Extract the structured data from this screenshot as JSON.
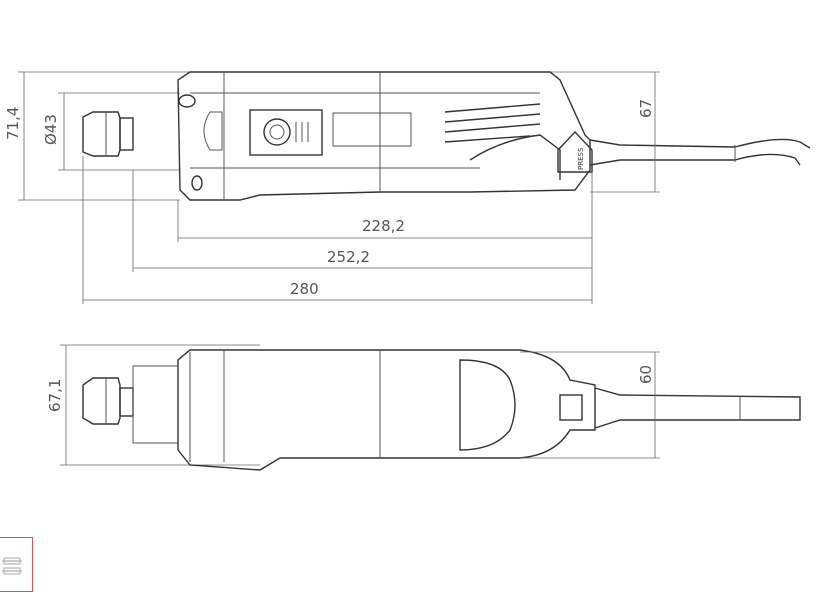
{
  "drawing": {
    "top_view": {
      "dimensions": {
        "overall_height": "71,4",
        "collet_diameter": "Ø43",
        "body_height": "67",
        "body_length": "228,2",
        "length_to_neck": "252,2",
        "total_length": "280"
      },
      "switch_label": "PRESS"
    },
    "side_view": {
      "dimensions": {
        "overall_height": "67,1",
        "body_height": "60"
      }
    }
  },
  "thumbnail": {
    "border_color": "#e05050",
    "selected": true
  }
}
